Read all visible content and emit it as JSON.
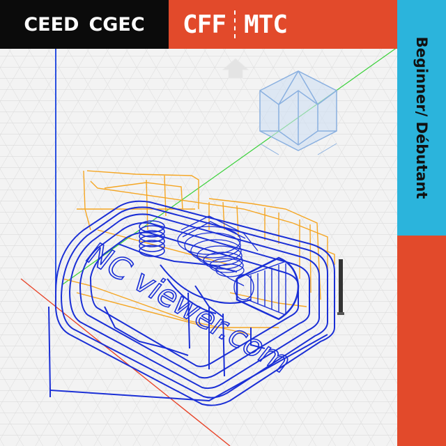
{
  "header": {
    "org_left_1": "CEED",
    "org_left_2": "CGEC",
    "org_right_1": "CFF",
    "org_right_2": "MTC"
  },
  "side_panel": {
    "level_label": "Beginner/ Débutant"
  },
  "viewer": {
    "engraved_text": "NC viewer.com",
    "colors": {
      "toolpath_cut": "#1a2fd6",
      "toolpath_rapid": "#f5a623",
      "axis_x": "#e8452a",
      "axis_y": "#3ad13a",
      "axis_z": "#2a4fe0",
      "accent_orange": "#e24a2b",
      "accent_blue": "#2bb4dc"
    },
    "icons": [
      "home-icon",
      "view-cube-icon",
      "tool-holder-icon"
    ]
  }
}
